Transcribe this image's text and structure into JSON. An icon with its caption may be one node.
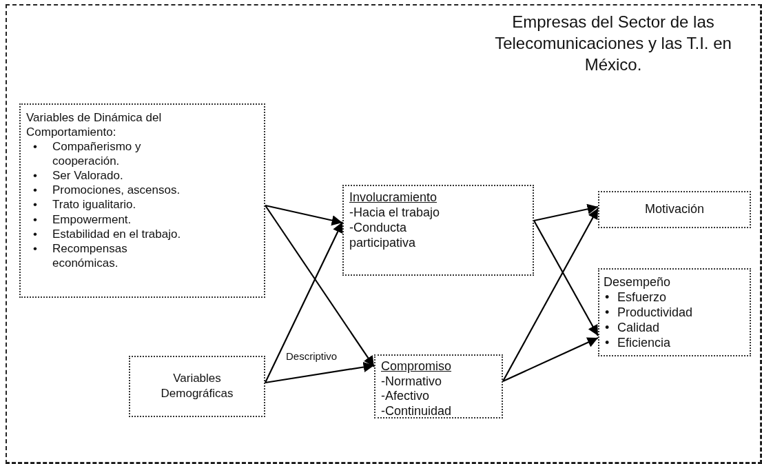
{
  "diagram": {
    "nodes": [
      {
        "text": [
          "Empresas del Sector de las Telecomunicaciones y las T.I. en México."
        ]
      },
      {
        "text": [
          "Variables de Dinámica del Comportamiento:",
          "• Compañerismo y cooperación.",
          "• Ser Valorado.",
          "• Promociones, ascensos.",
          "• Trato igualitario.",
          "• Empowerment.",
          "• Estabilidad en el trabajo.",
          "• Recompensas económicas."
        ],
        "in": 0
      },
      {
        "text": [
          "Variables Demográficas"
        ],
        "in": 0
      },
      {
        "text": [
          "Involucramiento",
          "-Hacia el trabajo",
          "-Conducta participativa"
        ],
        "in": 0
      },
      {
        "text": [
          "Compromiso",
          "-Normativo",
          "-Afectivo",
          "-Continuidad"
        ],
        "in": 0
      },
      {
        "text": [
          "Motivación"
        ],
        "in": 0
      },
      {
        "text": [
          "Desempeño",
          "• Esfuerzo",
          "• Productividad",
          "• Calidad",
          "• Eficiencia"
        ],
        "in": 0
      }
    ],
    "edges": [
      {
        "from": 1,
        "to": 3,
        "arrow": "to"
      },
      {
        "from": 1,
        "to": 4,
        "arrow": "to"
      },
      {
        "from": 2,
        "to": 3,
        "arrow": "to"
      },
      {
        "from": 2,
        "to": 4,
        "arrow": "to",
        "label": "Descriptivo"
      },
      {
        "from": 3,
        "to": 5,
        "arrow": "to"
      },
      {
        "from": 3,
        "to": 6,
        "arrow": "to"
      },
      {
        "from": 4,
        "to": 5,
        "arrow": "to"
      },
      {
        "from": 4,
        "to": 6,
        "arrow": "to"
      }
    ]
  }
}
